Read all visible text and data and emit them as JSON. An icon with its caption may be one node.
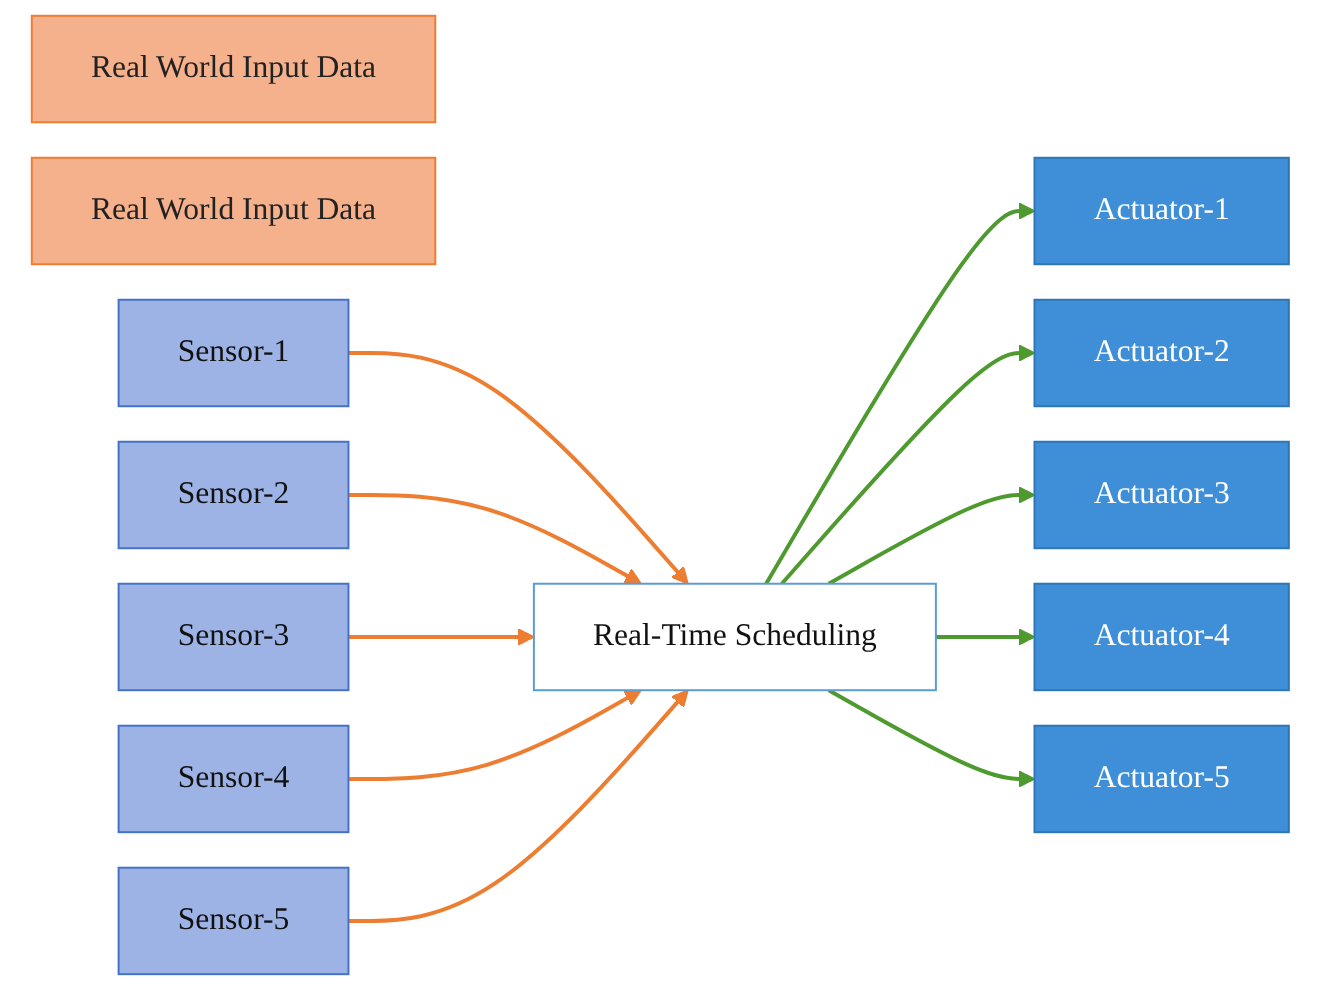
{
  "diagram": {
    "nodes": [
      {
        "text": [
          "Real World Input Data"
        ]
      },
      {
        "text": [
          "Real World Input Data"
        ]
      },
      {
        "text": [
          "Sensor-1"
        ]
      },
      {
        "text": [
          "Sensor-2"
        ]
      },
      {
        "text": [
          "Sensor-3"
        ]
      },
      {
        "text": [
          "Sensor-4"
        ]
      },
      {
        "text": [
          "Sensor-5"
        ]
      },
      {
        "text": [
          "Real-Time Scheduling"
        ]
      },
      {
        "text": [
          "Actuator-1"
        ]
      },
      {
        "text": [
          "Actuator-2"
        ]
      },
      {
        "text": [
          "Actuator-3"
        ]
      },
      {
        "text": [
          "Actuator-4"
        ]
      },
      {
        "text": [
          "Actuator-5"
        ]
      }
    ],
    "edges": [
      {
        "from": 2,
        "to": 7,
        "arrow": "to",
        "color": "#ed7d31"
      },
      {
        "from": 3,
        "to": 7,
        "arrow": "to",
        "color": "#ed7d31"
      },
      {
        "from": 4,
        "to": 7,
        "arrow": "to",
        "color": "#ed7d31"
      },
      {
        "from": 5,
        "to": 7,
        "arrow": "to",
        "color": "#ed7d31"
      },
      {
        "from": 6,
        "to": 7,
        "arrow": "to",
        "color": "#ed7d31"
      },
      {
        "from": 7,
        "to": 8,
        "arrow": "to",
        "color": "#4e9a2f"
      },
      {
        "from": 7,
        "to": 9,
        "arrow": "to",
        "color": "#4e9a2f"
      },
      {
        "from": 7,
        "to": 10,
        "arrow": "to",
        "color": "#4e9a2f"
      },
      {
        "from": 7,
        "to": 11,
        "arrow": "to",
        "color": "#4e9a2f"
      },
      {
        "from": 7,
        "to": 12,
        "arrow": "to",
        "color": "#4e9a2f"
      }
    ]
  }
}
